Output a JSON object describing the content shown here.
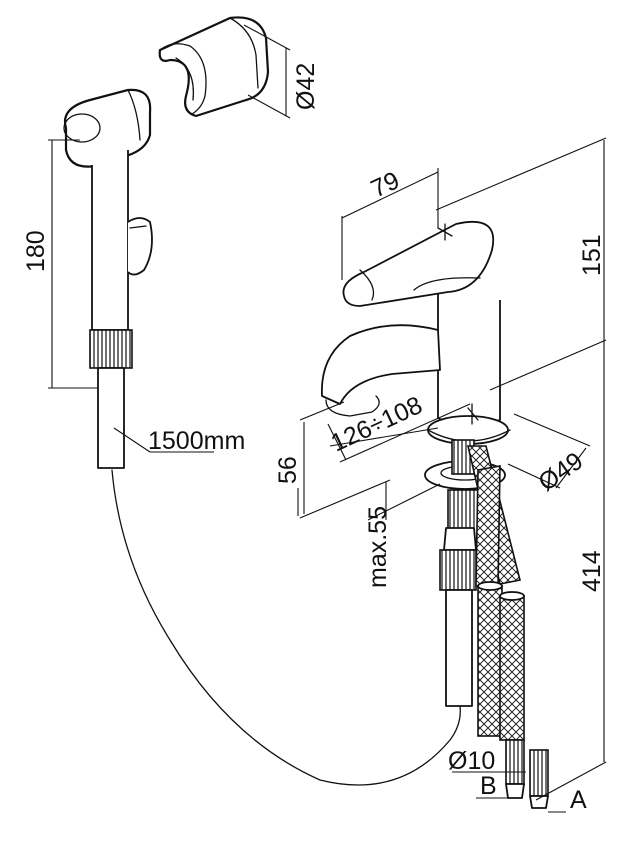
{
  "dimensions": {
    "clip_diameter": "Ø42",
    "handset_height": "180",
    "hose_length": "1500mm",
    "lever_length": "79",
    "total_height": "151",
    "spout_reach": "126÷108",
    "spout_height": "56",
    "base_diameter": "Ø49",
    "max_deck_thickness": "max.55",
    "supply_hose_length": "414",
    "connector_diameter": "Ø10",
    "label_b": "B",
    "label_a": "A"
  }
}
